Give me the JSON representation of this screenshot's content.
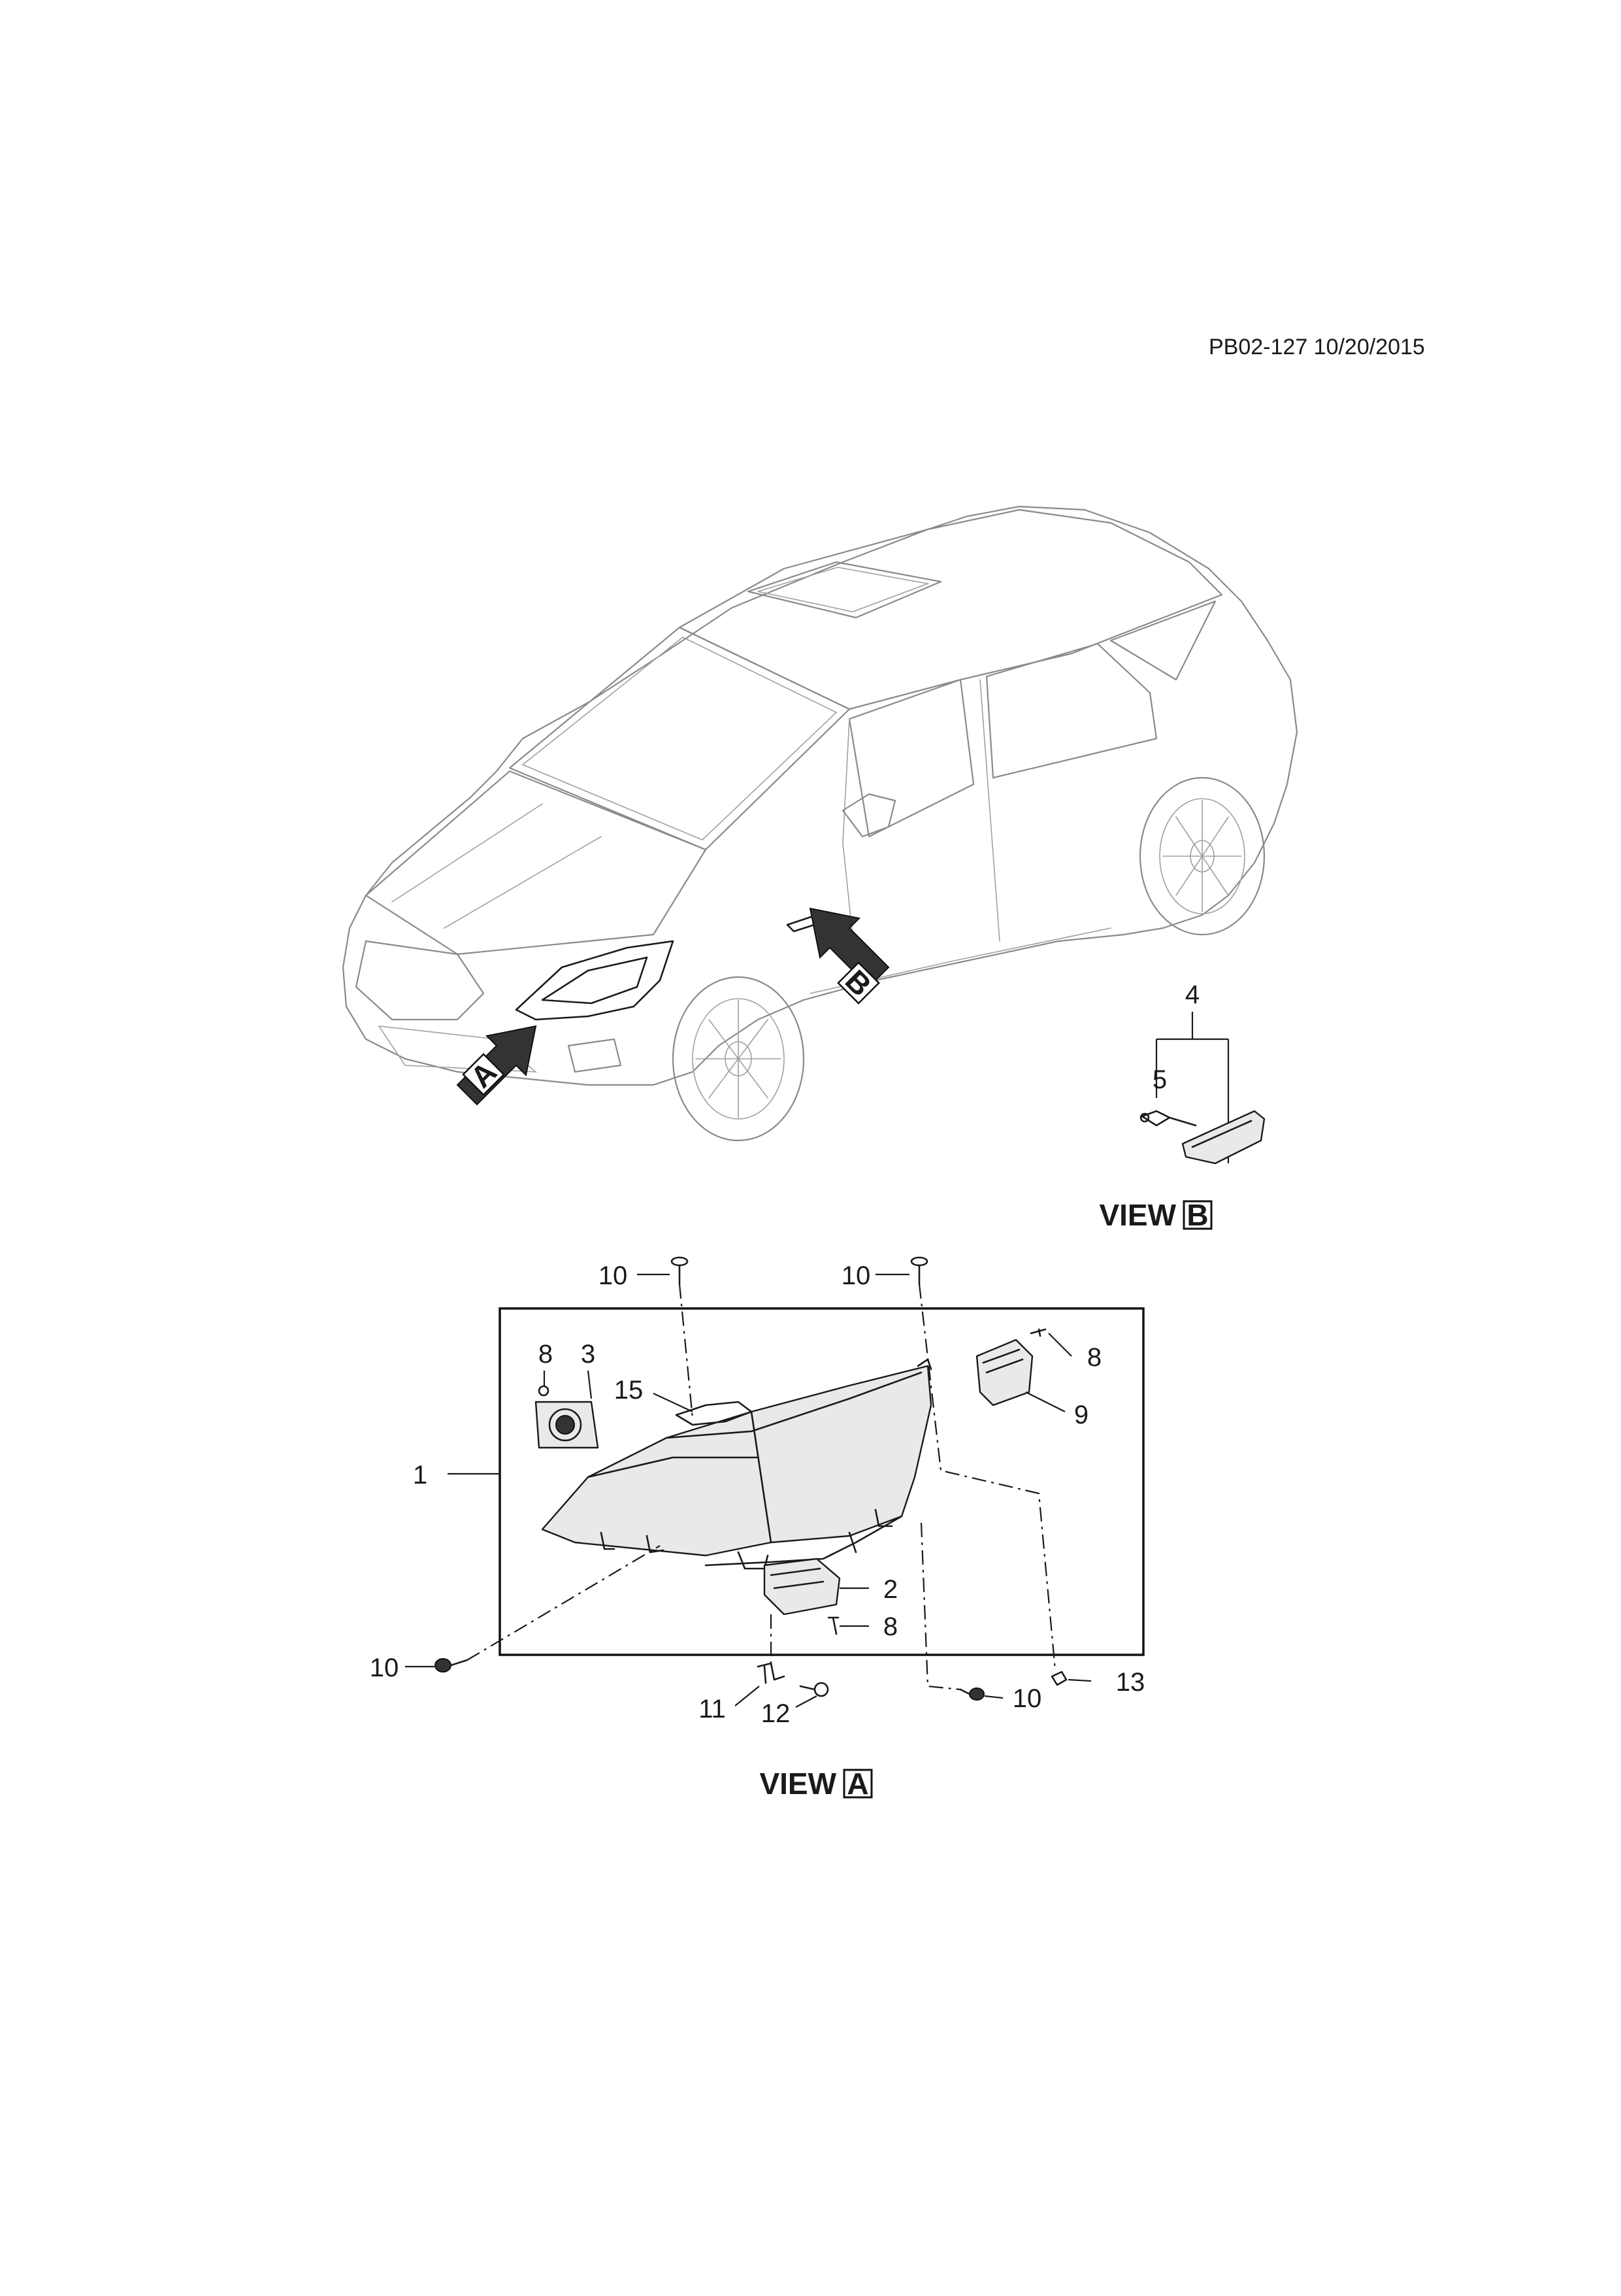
{
  "document": {
    "reference": "PB02-127 10/20/2015"
  },
  "views": {
    "a": {
      "word": "VIEW",
      "letter": "A"
    },
    "b": {
      "word": "VIEW",
      "letter": "B"
    }
  },
  "arrow_markers": {
    "a": "A",
    "b": "B"
  },
  "callouts": {
    "headlamp_assembly": "1",
    "module_lower": "2",
    "cap_rear_left": "3",
    "side_marker_lamp": "4",
    "side_marker_bulb": "5",
    "screw_cap": "8",
    "screw_module_right": "8",
    "screw_module_lower": "8",
    "module_right": "9",
    "screw_top_left": "10",
    "screw_top_right": "10",
    "screw_left": "10",
    "screw_bottom": "10",
    "bracket": "11",
    "bolt_bracket": "12",
    "nut_clip": "13",
    "seal": "15"
  }
}
